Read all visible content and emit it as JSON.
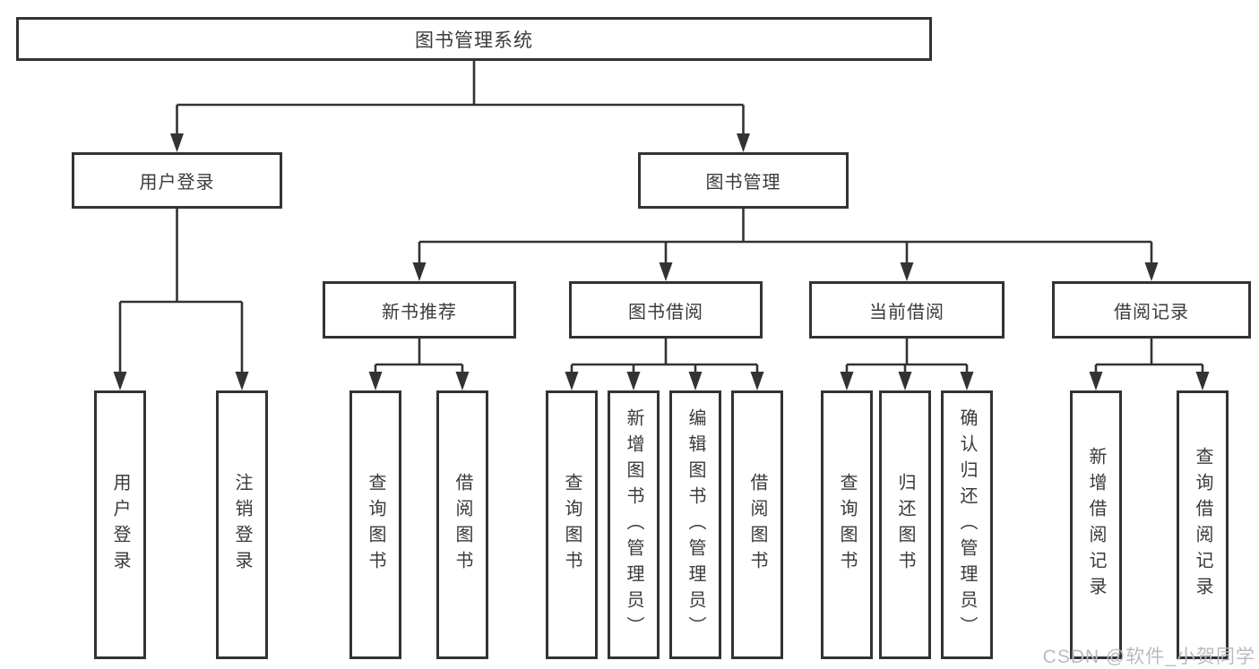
{
  "diagram": {
    "title": "图书管理系统",
    "branches": [
      {
        "label": "用户登录",
        "children": [
          "用户登录",
          "注销登录"
        ]
      },
      {
        "label": "图书管理",
        "modules": [
          {
            "label": "新书推荐",
            "children": [
              "查询图书",
              "借阅图书"
            ]
          },
          {
            "label": "图书借阅",
            "children": [
              "查询图书",
              "新增图书（管理员）",
              "编辑图书（管理员）",
              "借阅图书"
            ]
          },
          {
            "label": "当前借阅",
            "children": [
              "查询图书",
              "归还图书",
              "确认归还（管理员）"
            ]
          },
          {
            "label": "借阅记录",
            "children": [
              "新增借阅记录",
              "查询借阅记录"
            ]
          }
        ]
      }
    ]
  },
  "watermark": {
    "text": "CSDN @软件_小贺同学"
  },
  "colors": {
    "line": "#333333",
    "box_border": "#333333",
    "text": "#3a3a3a",
    "background": "#ffffff",
    "watermark": "#b7bcc2"
  }
}
